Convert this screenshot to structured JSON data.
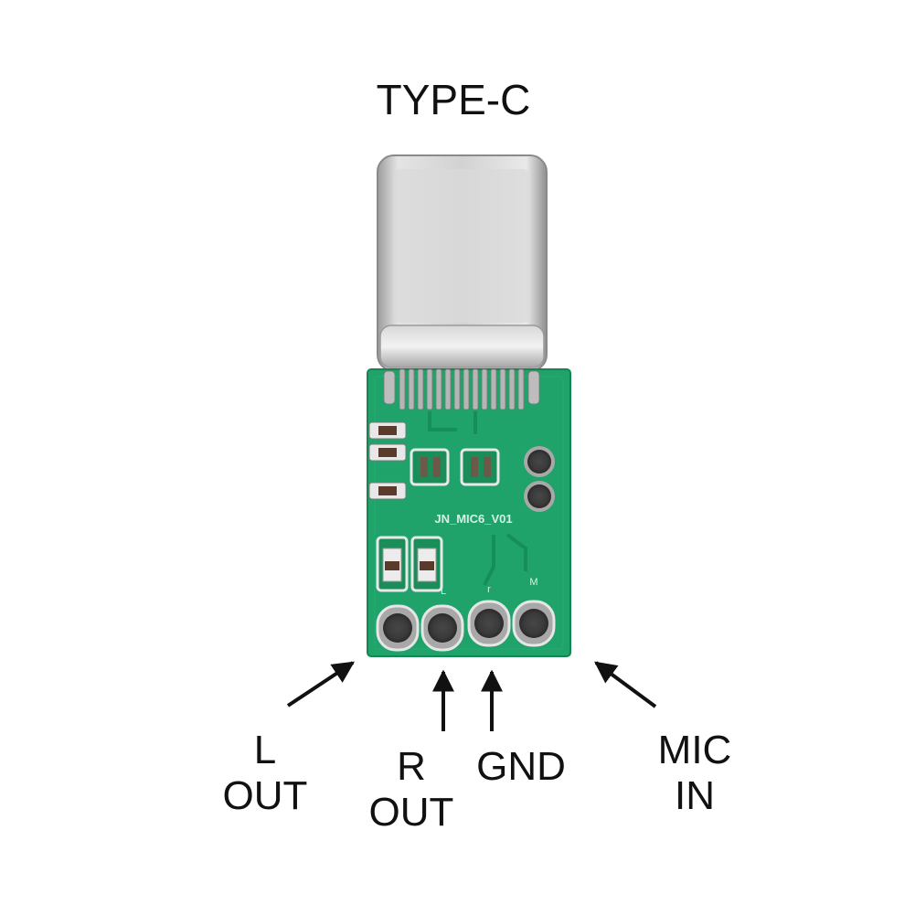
{
  "title": "TYPE-C",
  "board_silkscreen": "JN_MIC6_V01",
  "pad_marks": {
    "r": "L",
    "gnd": "r",
    "mic": "M"
  },
  "labels": {
    "l_out": {
      "line1": "L",
      "line2": "OUT"
    },
    "r_out": {
      "line1": "R",
      "line2": "OUT"
    },
    "gnd": {
      "line1": "GND"
    },
    "mic_in": {
      "line1": "MIC",
      "line2": "IN"
    }
  },
  "colors": {
    "pcb": "#1fa36a",
    "pcb_dark": "#158a55",
    "pad": "#a8a8a8",
    "pad_center": "#3c3c3c",
    "metal": "#c9c9c9",
    "text": "#111111"
  }
}
